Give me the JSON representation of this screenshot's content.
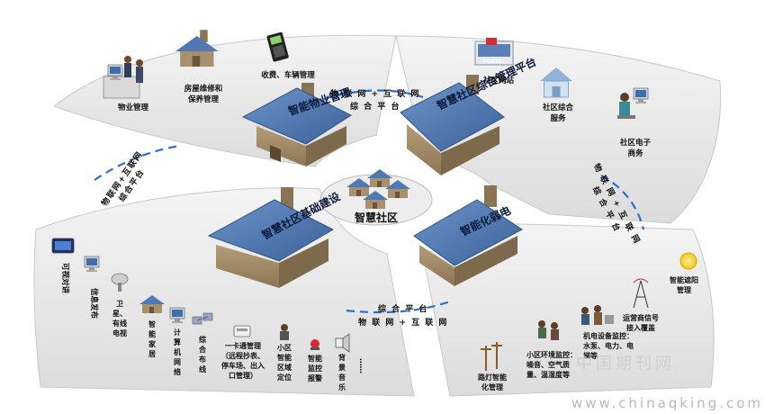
{
  "nodes": {
    "property": "智能物业管理",
    "platform": "智慧社区综合管理平台",
    "infra": "智慧社区基础建设",
    "weak": "智能化弱电"
  },
  "center": {
    "label": "智慧社区"
  },
  "links": {
    "top": [
      "物 联 网 + 互 联 网",
      "综 合 平 台"
    ],
    "left": [
      "物联网+互联网",
      "综合平台"
    ],
    "right": [
      "物 联 网 + 互 联 网",
      "综 合 平 台"
    ],
    "bottom": [
      "综 合 平 台",
      "物 联 网 + 互 联 网"
    ]
  },
  "property_items": {
    "mgmt": "物业管理",
    "repair": [
      "房屋维修和",
      "保养管理"
    ],
    "fee": "收费、车辆管理"
  },
  "platform_items": {
    "portal_sign": "PORTAL",
    "site": "社区网站",
    "service": [
      "社区综合",
      "服务"
    ],
    "ecommerce": [
      "社区电子",
      "商务"
    ]
  },
  "infra_items": {
    "intercom": "可视对讲",
    "info": "信息发布",
    "satellite": [
      "卫",
      "星、",
      "有线",
      "电视"
    ],
    "home": [
      "智",
      "能",
      "家",
      "居"
    ],
    "network": [
      "计",
      "算",
      "机",
      "网",
      "络"
    ],
    "cabling": [
      "综",
      "合",
      "布",
      "线"
    ],
    "card": [
      "一卡通管理",
      "（远程抄表、",
      "停车场、出入",
      "口管理）"
    ],
    "zone": [
      "小区",
      "智能",
      "区域",
      "定位"
    ],
    "alarm": [
      "智能",
      "监控",
      "报警"
    ],
    "music": [
      "背",
      "景",
      "音",
      "乐"
    ],
    "more": "……"
  },
  "weak_items": {
    "sunshade": [
      "智能遮阳",
      "管理"
    ],
    "carrier": [
      "运营商信号",
      "接入覆盖"
    ],
    "equipment": [
      "机电设备监控：",
      "水泵、电力、电",
      "梯等"
    ],
    "environment": [
      "小区环境监控：",
      "噪音、空气质",
      "量、温湿度等"
    ],
    "streetlight": [
      "路灯智能",
      "化管理"
    ]
  },
  "watermark": {
    "cn": "中国期刊网",
    "url": "www.chinaqking.com"
  },
  "colors": {
    "roof": "#4f79b3",
    "roof_dark": "#2f5387",
    "wall": "#a8906c",
    "wall_dark": "#7d6a4c",
    "sector": "#e9e9e9",
    "dash": "#2a6fd4"
  }
}
